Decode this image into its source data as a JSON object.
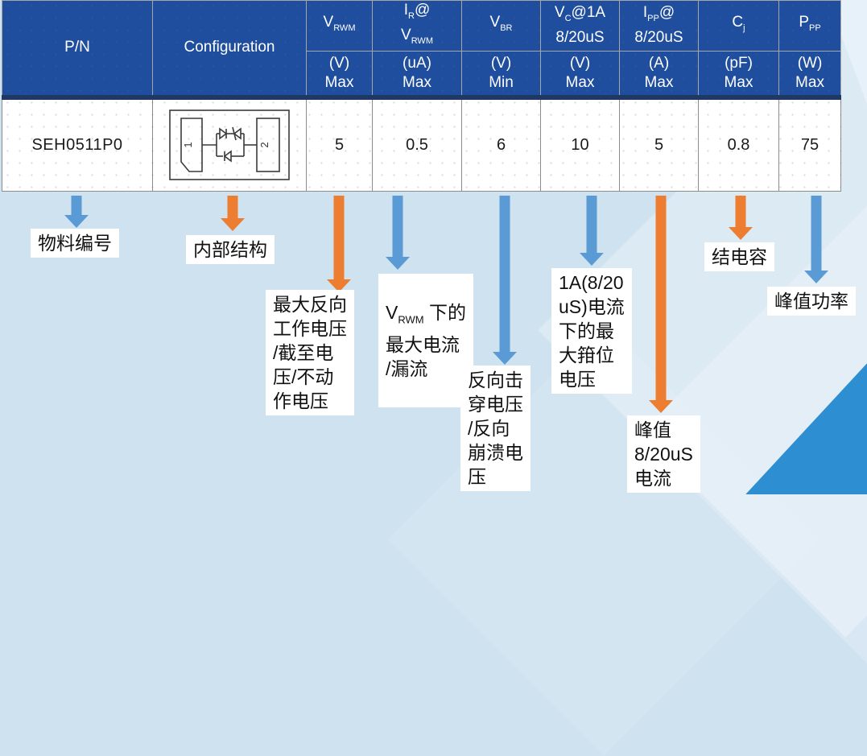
{
  "table": {
    "columns": [
      {
        "key": "pn",
        "main": {
          "b1": "P/N"
        }
      },
      {
        "key": "config",
        "main": {
          "b1": "Configuration"
        }
      },
      {
        "key": "vrwm",
        "main": {
          "b1": "V",
          "s1": "RWM"
        },
        "unit": "(V)",
        "qual": "Max"
      },
      {
        "key": "ir",
        "main": {
          "b1": "I",
          "s1": "R",
          "b2": "@",
          "b3": "V",
          "s2": "RWM"
        },
        "unit": "(uA)",
        "qual": "Max"
      },
      {
        "key": "vbr",
        "main": {
          "b1": "V",
          "s1": "BR"
        },
        "unit": "(V)",
        "qual": "Min"
      },
      {
        "key": "vc",
        "main": {
          "b1": "V",
          "s1": "C",
          "b2": "@1A",
          "b3": "8/20uS"
        },
        "unit": "(V)",
        "qual": "Max"
      },
      {
        "key": "ipp",
        "main": {
          "b1": "I",
          "s1": "PP",
          "b2": "@",
          "b3": "8/20uS"
        },
        "unit": "(A)",
        "qual": "Max"
      },
      {
        "key": "cj",
        "main": {
          "b1": "C",
          "s1": "j"
        },
        "unit": "(pF)",
        "qual": "Max"
      },
      {
        "key": "ppp",
        "main": {
          "b1": "P",
          "s1": "PP"
        },
        "unit": "(W)",
        "qual": "Max"
      }
    ],
    "row": {
      "pn": "SEH0511P0",
      "vrwm": "5",
      "ir": "0.5",
      "vbr": "6",
      "vc": "10",
      "ipp": "5",
      "cj": "0.8",
      "ppp": "75"
    },
    "config_diagram": {
      "pad1": "1",
      "pad2": "2"
    }
  },
  "annotations": {
    "pn": {
      "text": "物料编号",
      "arrow": "blue"
    },
    "config": {
      "text": "内部结构",
      "arrow": "orange"
    },
    "vrwm": {
      "lines": [
        "最大反向",
        "工作电压",
        "/截至电",
        "压/不动",
        "作电压"
      ],
      "arrow": "orange"
    },
    "ir": {
      "line1_base": "V",
      "line1_sub": "RWM",
      "line1_rest": " 下的",
      "lines": [
        "最大电流",
        "/漏流"
      ],
      "arrow": "blue"
    },
    "vbr": {
      "lines": [
        "反向击",
        "穿电压",
        "/反向",
        "崩溃电",
        "压"
      ],
      "arrow": "blue"
    },
    "vc": {
      "lines": [
        "1A(8/20",
        "uS)电流",
        "下的最",
        "大箝位",
        "电压"
      ],
      "arrow": "blue"
    },
    "ipp": {
      "lines": [
        "峰值",
        "8/20uS",
        "电流"
      ],
      "arrow": "orange"
    },
    "cj": {
      "text": "结电容",
      "arrow": "orange"
    },
    "ppp": {
      "text": "峰值功率",
      "arrow": "blue"
    }
  },
  "colors": {
    "header_bg": "#1f4e9e",
    "header_strip": "#1f3864",
    "slide_bg": "#cfe2f0",
    "arrow_blue": "#5b9bd5",
    "arrow_orange": "#ed7d31",
    "corner_triangle": "#2e8ed2"
  }
}
